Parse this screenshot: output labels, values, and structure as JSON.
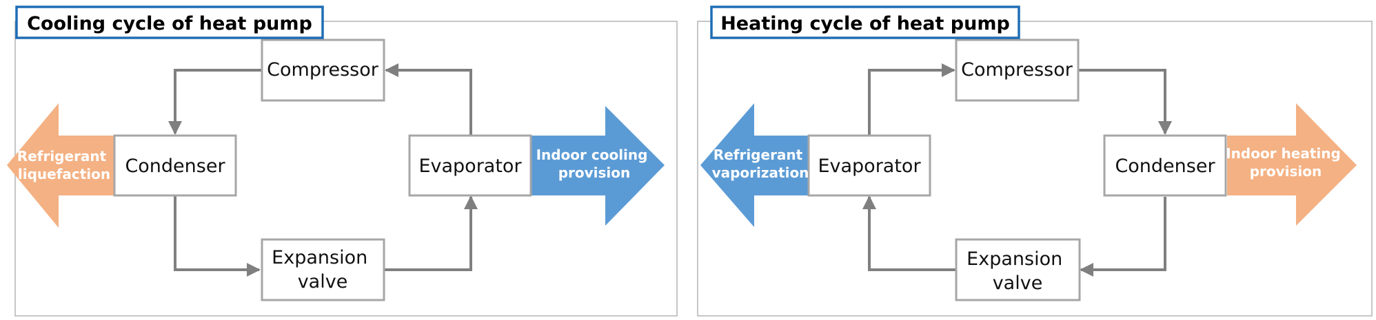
{
  "colors": {
    "panel_border": "#b3b3b3",
    "title_border": "#1f6db5",
    "box_border": "#a6a6a6",
    "connector": "#7f7f7f",
    "orange_arrow": "#f4b183",
    "blue_arrow": "#5b9bd5"
  },
  "cooling": {
    "title": "Cooling cycle of heat pump",
    "compressor": "Compressor",
    "condenser": "Condenser",
    "evaporator": "Evaporator",
    "expansion_line1": "Expansion",
    "expansion_line2": "valve",
    "left_arrow_line1": "Refrigerant",
    "left_arrow_line2": "liquefaction",
    "right_arrow_line1": "Indoor cooling",
    "right_arrow_line2": "provision"
  },
  "heating": {
    "title": "Heating cycle of heat pump",
    "compressor": "Compressor",
    "condenser": "Condenser",
    "evaporator": "Evaporator",
    "expansion_line1": "Expansion",
    "expansion_line2": "valve",
    "left_arrow_line1": "Refrigerant",
    "left_arrow_line2": "vaporization",
    "right_arrow_line1": "Indoor heating",
    "right_arrow_line2": "provision"
  }
}
